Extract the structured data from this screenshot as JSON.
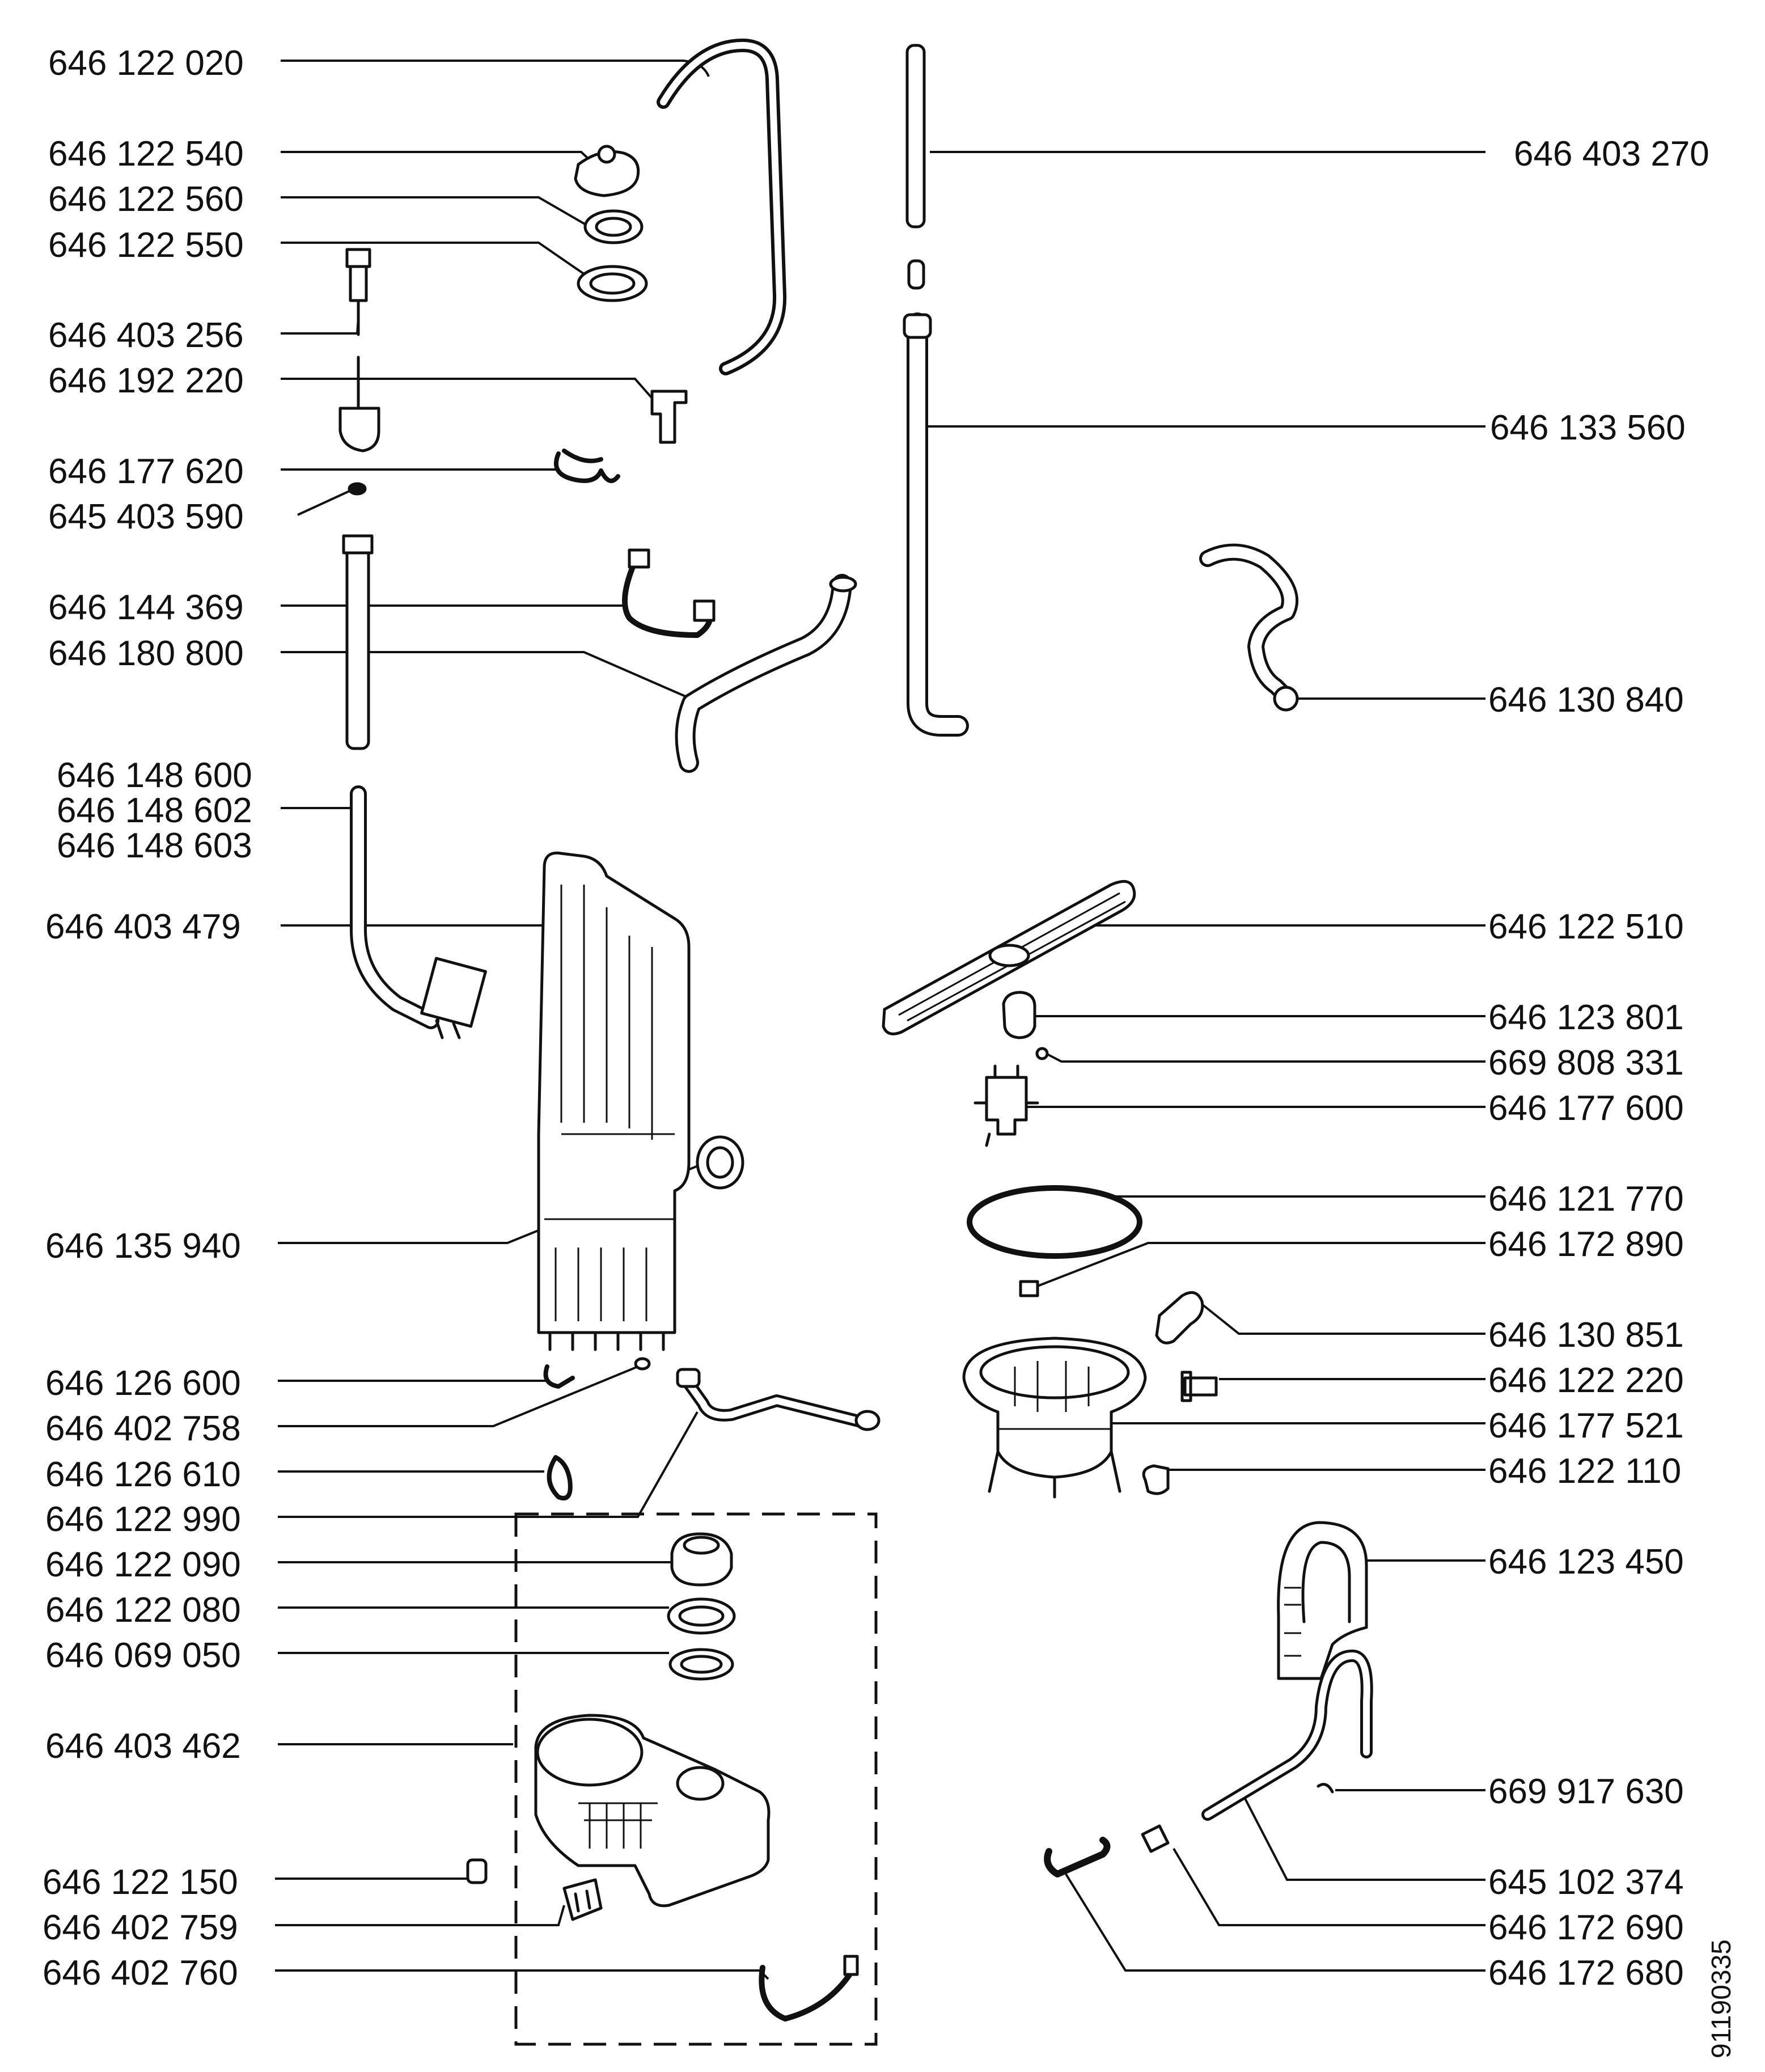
{
  "labels_left": [
    "646 122 020",
    "646 122 540",
    "646 122 560",
    "646 122 550",
    "646 403 256",
    "646 192 220",
    "646 177 620",
    "645 403 590",
    "646 144 369",
    "646 180 800",
    "646 148 600",
    "646 148 602",
    "646 148 603",
    "646 403 479",
    "646 135 940",
    "646 126 600",
    "646 402 758",
    "646 126 610",
    "646 122 990",
    "646 122 090",
    "646 122 080",
    "646 069 050",
    "646 403 462",
    "646 122 150",
    "646 402 759",
    "646 402 760"
  ],
  "labels_right": [
    "646 403 270",
    "646 133 560",
    "646 130 840",
    "646 122 510",
    "646 123 801",
    "669 808 331",
    "646 177 600",
    "646 121 770",
    "646 172 890",
    "646 130 851",
    "646 122 220",
    "646 177 521",
    "646 122 110",
    "646 123 450",
    "669 917 630",
    "645 102 374",
    "646 172 690",
    "646 172 680"
  ],
  "drawing_number": "91190335"
}
